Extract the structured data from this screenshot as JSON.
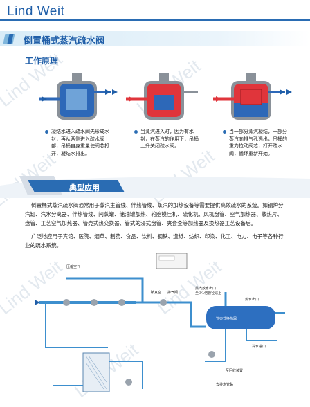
{
  "brand": "Lind Weit",
  "title": "倒置桶式蒸汽疏水阀",
  "section_heading": "工作原理",
  "steps": [
    {
      "text": "凝结水进入疏水阀先形成水封，再从两侧进入疏水阀上部，吊桶自身重量使阀芯打开，凝结水排出。"
    },
    {
      "text": "当蒸汽进入时，因为有水封，在蒸汽的作用下，吊桶上升关闭疏水阀。"
    },
    {
      "text": "当一部分蒸汽凝结，一部分蒸汽向排气孔逃出，吊桶的重力拉动阀芯，打开疏水阀，循环重新开始。"
    }
  ],
  "applications_heading": "典型应用",
  "paragraphs": [
    "倒置桶式蒸汽疏水阀通常用于蒸汽主管线、伴热管线、蒸汽的加热设备等需要提供高效疏水的系统。如钢炉分汽缸、汽水分离器、伴热管线、闪蒸罐、储油罐加热、轮胎模压机、硫化机、风机盘管、空气加热器、散热片、盘管、工艺空气加热器、管壳式热交换器、管式的浸式盘管、夹套釜等加热器及换热器工艺设备后。",
    "广泛地应用于宾馆、医院、烟草、制药、食品、饮料、钢铁、造纸、纺织、印染、化工、电力、电子等各种行业的疏水系统。"
  ],
  "diagram_labels": {
    "compressed_air": "压缩空气",
    "vacuum_breaker": "破真空",
    "drain": "排气阀",
    "exchanger": "管壳式换热器",
    "inlet_note": "蒸汽放水出口",
    "inlet_note2": "至少1倍管径以上",
    "hot_out": "热水出口",
    "cold_in": "冷水进口",
    "return": "至回收装置",
    "bypass": "去排水管路"
  },
  "colors": {
    "brand": "#1f5ea8",
    "water": "#2d68b8",
    "steam": "#e0353b",
    "pipe": "#3d8fce"
  },
  "watermark": "Lind Weit"
}
